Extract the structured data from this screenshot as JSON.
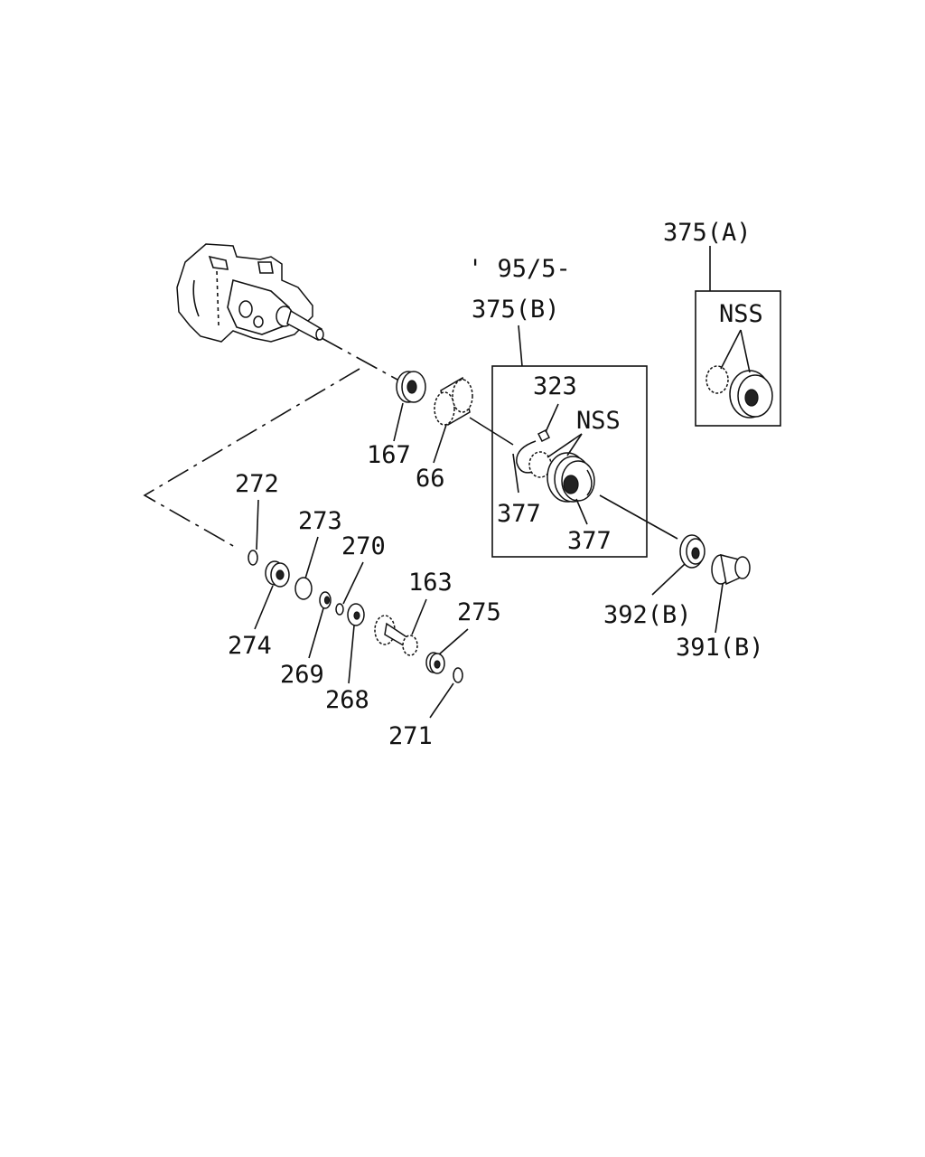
{
  "diagram": {
    "date_note": "' 95/5-",
    "nss_label_a": "NSS",
    "nss_label_b": "NSS",
    "labels": {
      "p375a": "375(A)",
      "p375b": "375(B)",
      "p323": "323",
      "p377a": "377",
      "p377b": "377",
      "p167": "167",
      "p66": "66",
      "p392b": "392(B)",
      "p391b": "391(B)",
      "p272": "272",
      "p273": "273",
      "p270": "270",
      "p274": "274",
      "p269": "269",
      "p268": "268",
      "p163": "163",
      "p275": "275",
      "p271": "271"
    }
  }
}
